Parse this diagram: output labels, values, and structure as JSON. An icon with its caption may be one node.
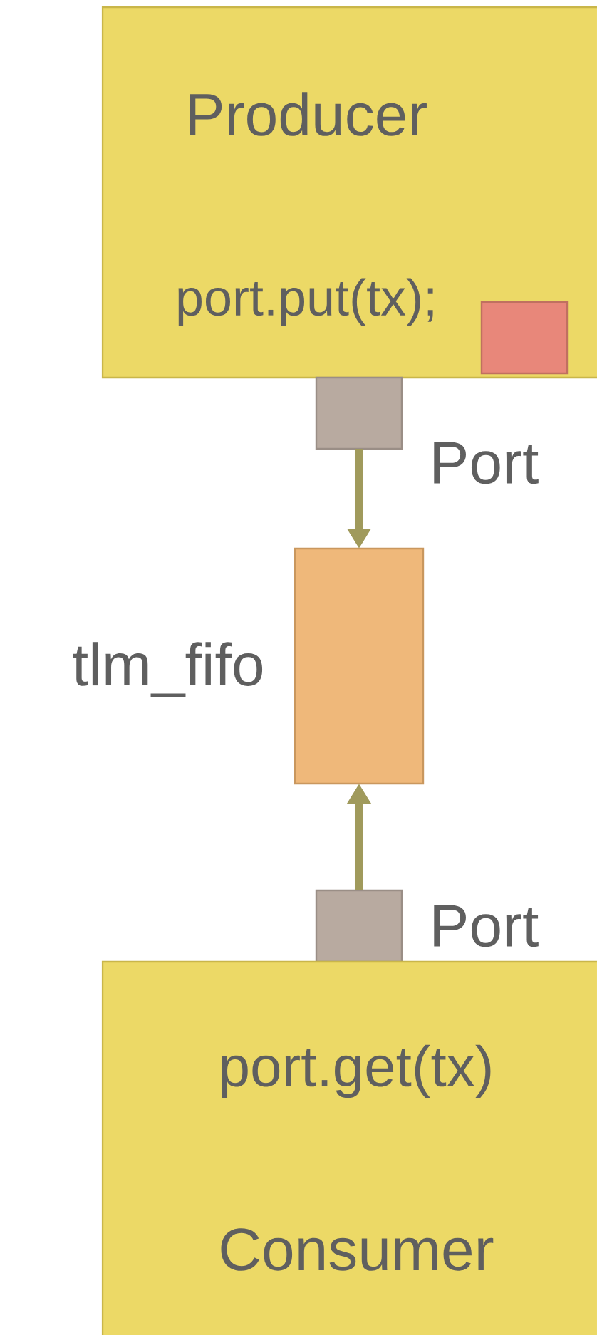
{
  "diagram": {
    "nodes": [
      {
        "text": [
          "Producer",
          "port.put(tx);"
        ]
      },
      {
        "text": [],
        "shape": "box",
        "in": 0
      },
      {
        "text": [],
        "shape": "box",
        "beside": [
          "Port"
        ]
      },
      {
        "text": [],
        "shape": "box",
        "beside": [
          "tlm_fifo"
        ]
      },
      {
        "text": [],
        "shape": "box",
        "beside": [
          "Port"
        ]
      },
      {
        "text": [
          "port.get(tx)",
          "Consumer"
        ]
      }
    ],
    "edges": [
      {
        "from": 2,
        "to": 3,
        "arrow": "to"
      },
      {
        "from": 4,
        "to": 3,
        "arrow": "to"
      }
    ]
  }
}
